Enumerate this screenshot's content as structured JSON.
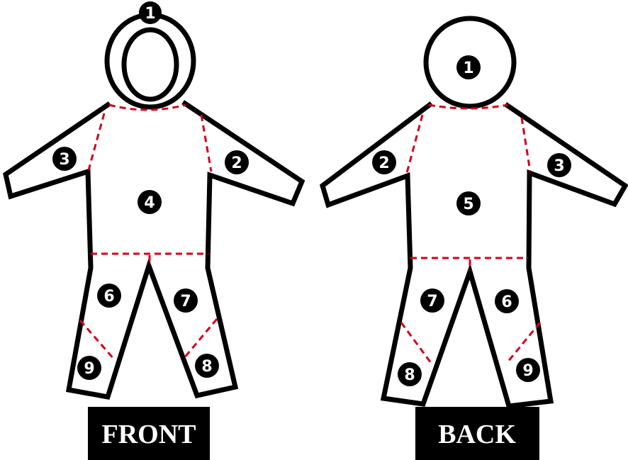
{
  "figures": [
    {
      "id": "front",
      "caption": "FRONT",
      "labels": {
        "head": "1",
        "left_arm": "3",
        "right_arm": "2",
        "torso": "4",
        "left_upper_leg": "6",
        "right_upper_leg": "7",
        "left_lower_leg": "9",
        "right_lower_leg": "8"
      }
    },
    {
      "id": "back",
      "caption": "BACK",
      "labels": {
        "head": "1",
        "left_arm": "2",
        "right_arm": "3",
        "torso": "5",
        "left_upper_leg": "7",
        "right_upper_leg": "6",
        "left_lower_leg": "8",
        "right_lower_leg": "9"
      }
    }
  ],
  "colors": {
    "outline": "#000000",
    "seam": "#d0021b",
    "caption_bg": "#000000",
    "caption_text": "#ffffff"
  }
}
